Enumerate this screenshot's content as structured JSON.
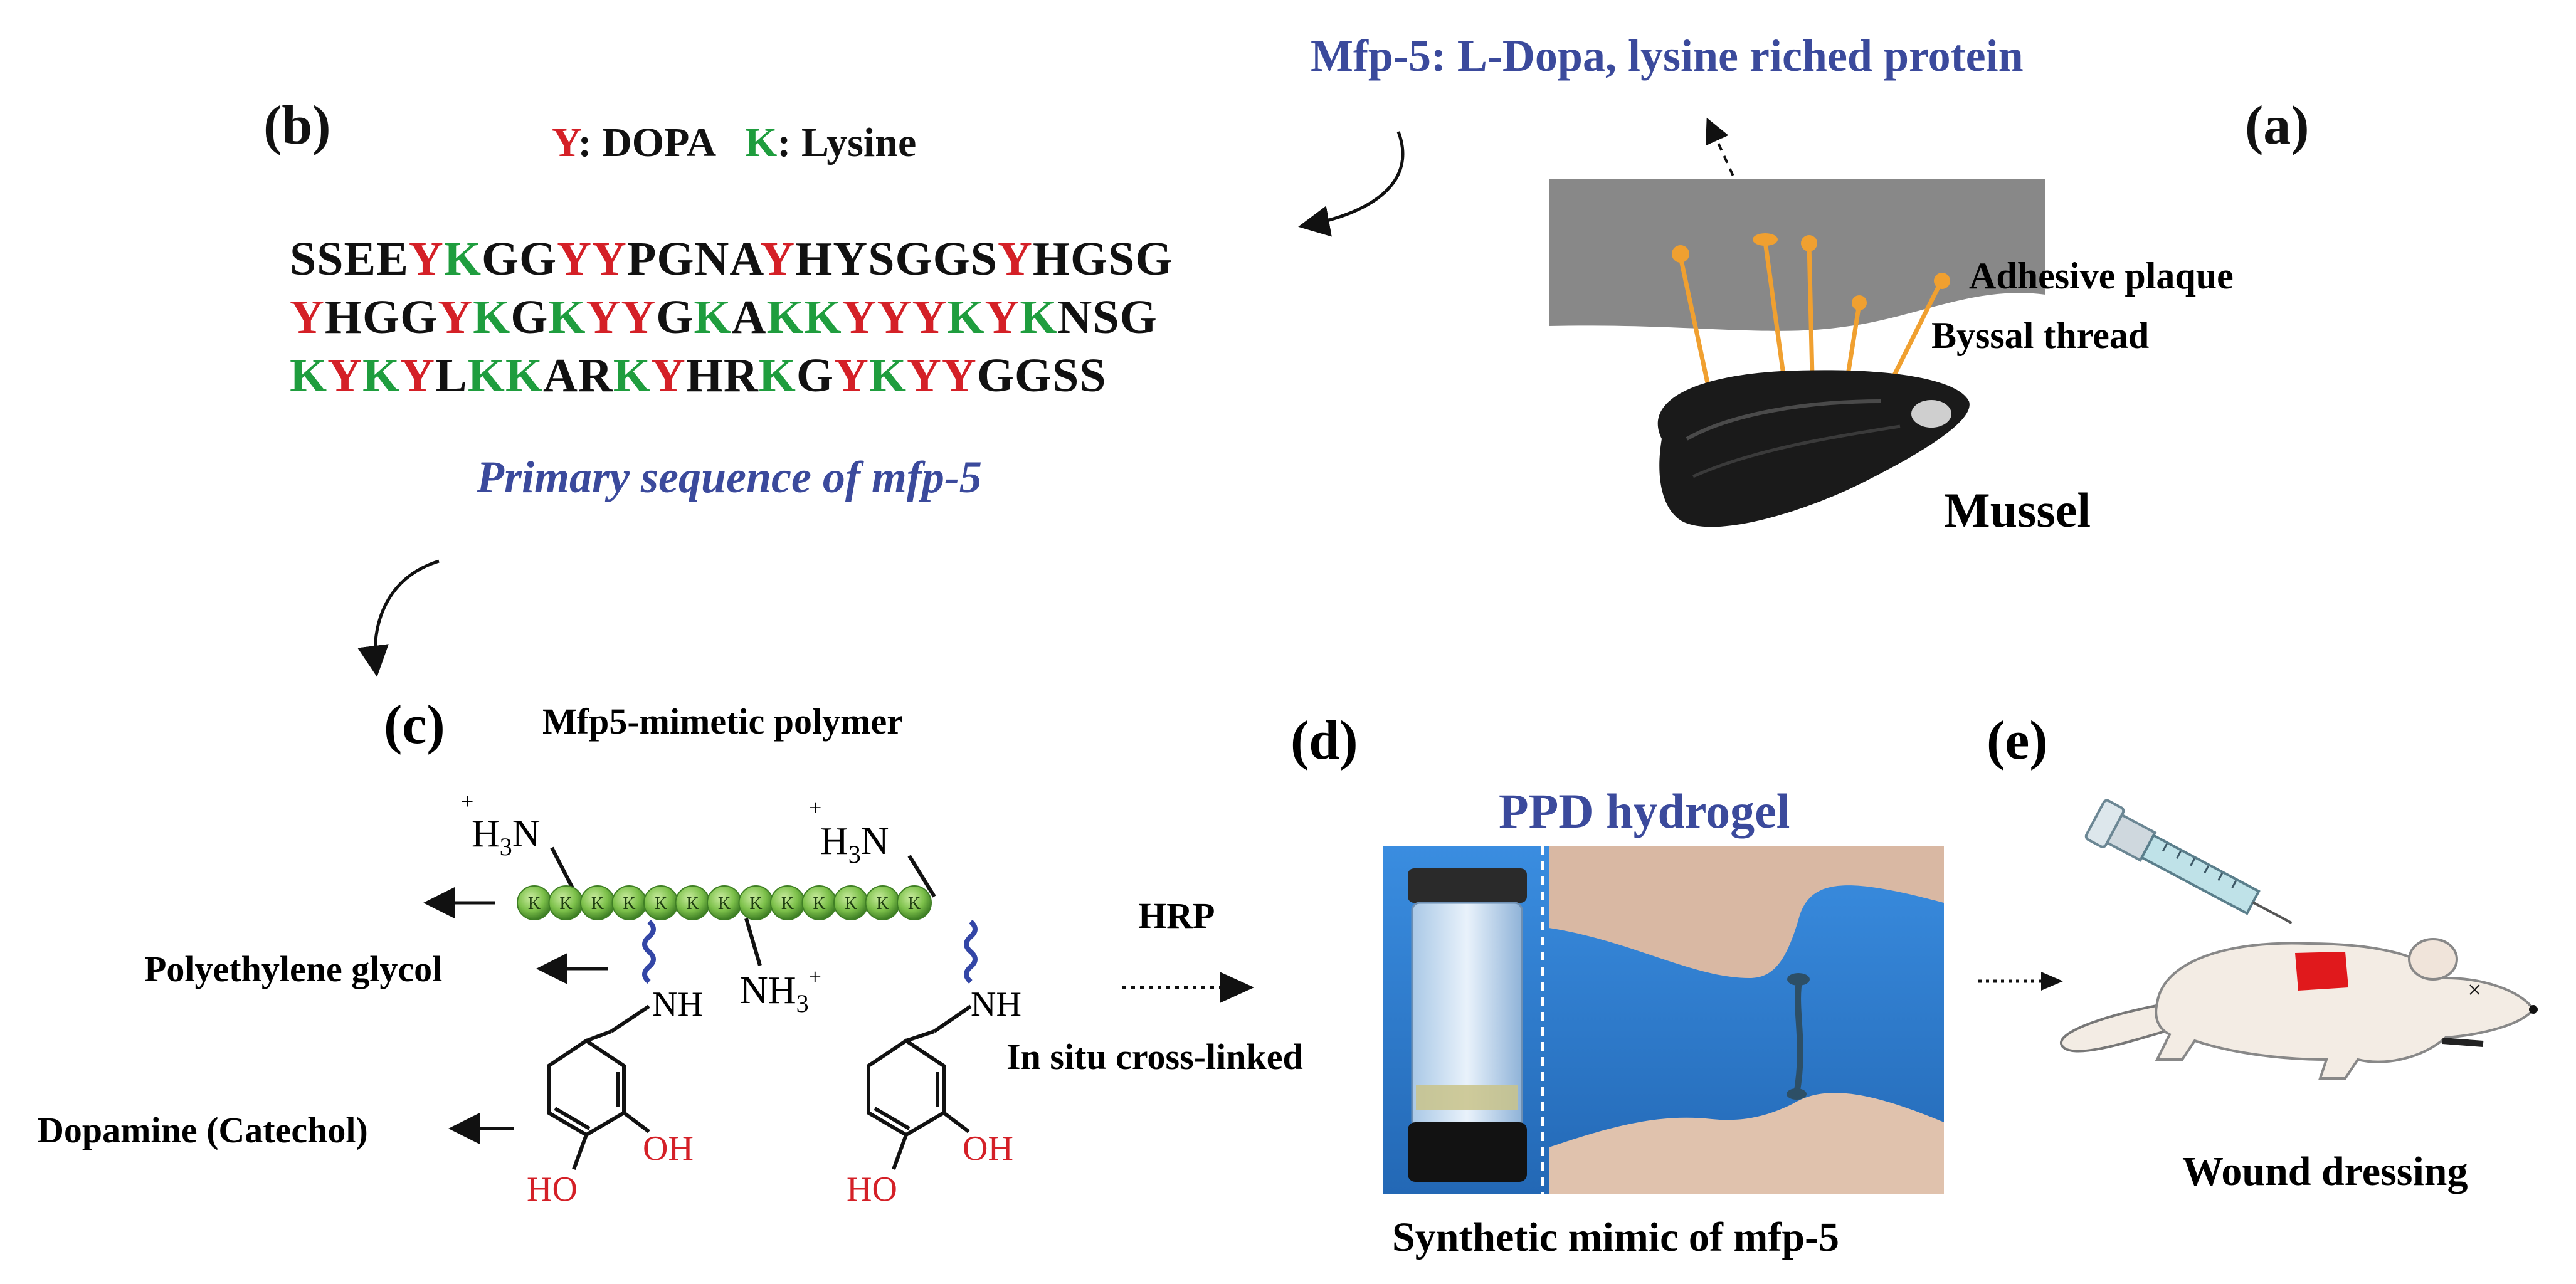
{
  "panels": {
    "a": "(a)",
    "b": "(b)",
    "c": "(c)",
    "d": "(d)",
    "e": "(e)"
  },
  "top_title": "Mfp-5: L-Dopa, lysine riched protein",
  "legend": {
    "y_letter": "Y",
    "y_text": ": DOPA",
    "k_letter": "K",
    "k_text": ": Lysine"
  },
  "sequence": [
    [
      [
        "k",
        "SSEE"
      ],
      [
        "r",
        "Y"
      ],
      [
        "g",
        "K"
      ],
      [
        "k",
        "GG"
      ],
      [
        "r",
        "YY"
      ],
      [
        "k",
        "PGNA"
      ],
      [
        "r",
        "Y"
      ],
      [
        "k",
        "HYSGGS"
      ],
      [
        "r",
        "Y"
      ],
      [
        "k",
        "HGSG"
      ]
    ],
    [
      [
        "r",
        "Y"
      ],
      [
        "k",
        "HGG"
      ],
      [
        "r",
        "Y"
      ],
      [
        "g",
        "K"
      ],
      [
        "k",
        "G"
      ],
      [
        "g",
        "K"
      ],
      [
        "r",
        "YY"
      ],
      [
        "k",
        "G"
      ],
      [
        "g",
        "K"
      ],
      [
        "k",
        "A"
      ],
      [
        "g",
        "KK"
      ],
      [
        "r",
        "YYY"
      ],
      [
        "g",
        "K"
      ],
      [
        "r",
        "Y"
      ],
      [
        "g",
        "K"
      ],
      [
        "k",
        "NSG"
      ]
    ],
    [
      [
        "g",
        "K"
      ],
      [
        "r",
        "Y"
      ],
      [
        "g",
        "K"
      ],
      [
        "r",
        "Y"
      ],
      [
        "k",
        "L"
      ],
      [
        "g",
        "KK"
      ],
      [
        "k",
        "AR"
      ],
      [
        "g",
        "K"
      ],
      [
        "r",
        "Y"
      ],
      [
        "k",
        "HR"
      ],
      [
        "g",
        "K"
      ],
      [
        "k",
        "G"
      ],
      [
        "r",
        "Y"
      ],
      [
        "g",
        "K"
      ],
      [
        "r",
        "YY"
      ],
      [
        "k",
        "GGSS"
      ]
    ]
  ],
  "sequence_caption": "Primary sequence of mfp-5",
  "mussel": {
    "plaque_label": "Adhesive plaque",
    "thread_label": "Byssal thread",
    "mussel_label": "Mussel"
  },
  "polymer": {
    "title": "Mfp5-mimetic polymer",
    "bead_letter": "K",
    "bead_count": 13,
    "amine_left": "H3N",
    "amine_mid": "NH3",
    "nh_label": "NH",
    "oh_label": "OH",
    "ho_label": "HO",
    "peg_label": "Polyethylene glycol",
    "dopamine_label": "Dopamine (Catechol)"
  },
  "reaction": {
    "enzyme": "HRP",
    "process": "In situ cross-linked"
  },
  "hydrogel": {
    "title": "PPD hydrogel",
    "caption": "Synthetic mimic of mfp-5"
  },
  "application": {
    "caption": "Wound dressing"
  },
  "colors": {
    "blue_text": "#3b4a9c",
    "dopa_red": "#d42027",
    "lysine_green": "#1f9d3e",
    "bead_green": "#7cc04a",
    "thread_orange": "#f0a030",
    "wound_red": "#e0191c",
    "photo_blue": "#2e7fd0"
  }
}
